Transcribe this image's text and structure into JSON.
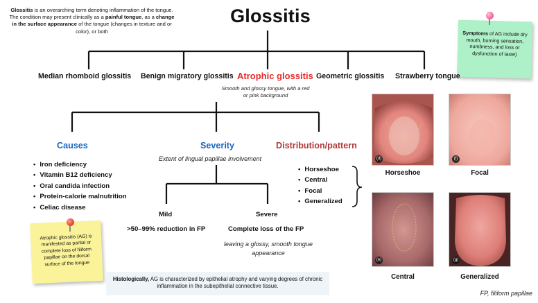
{
  "definition": {
    "t1": "Glossitis",
    "t2": " is an overarching term denoting inflammation of the tongue. The condition may present clinically as a ",
    "t3": "painful tongue",
    "t4": ", as a ",
    "t5": "change in the surface appearance",
    "t6": " of the tongue (changes in texture and or color), or both"
  },
  "title": "Glossitis",
  "types": {
    "median": "Median rhomboid glossitis",
    "benign": "Benign migratory glossitis",
    "atrophic": "Atrophic glossitis",
    "geometric": "Geometric glossitis",
    "strawberry": "Strawberry tongue"
  },
  "atrophic_desc": "Smooth and glossy tongue, with a red or pink background",
  "symptoms_note": {
    "b": "Symptoms",
    "rest": " of AG include dry mouth, burning sensation, numbness, and loss or dysfunction of taste)"
  },
  "causes": {
    "heading": "Causes",
    "items": [
      "Iron deficiency",
      "Vitamin B12 deficiency",
      "Oral candida infection",
      "Protein-calorie malnutrition",
      "Celiac disease"
    ]
  },
  "severity": {
    "heading": "Severity",
    "subtitle": "Extent of lingual papillae involvement",
    "mild": "Mild",
    "mild_desc": ">50–99% reduction in FP",
    "severe": "Severe",
    "severe_desc": "Complete loss of the FP",
    "severe_extra": "leaving a glossy, smooth tongue appearance"
  },
  "distribution": {
    "heading": "Distribution/pattern",
    "items": [
      "Horseshoe",
      "Central",
      "Focal",
      "Generalized"
    ]
  },
  "ag_note": "Atrophic glossitis (AG) is manifested as partial or complete loss of filiform papillae on the dorsal surface of the tongue",
  "histology": {
    "b": "Histologically,",
    "rest": " AG is characterized by epithelial atrophy and varying degrees of chronic inflammation in the subepithelial connective tissue."
  },
  "photos": [
    {
      "tag": "(d)",
      "label": "Horseshoe"
    },
    {
      "tag": "(f)",
      "label": "Focal"
    },
    {
      "tag": "(e)",
      "label": "Central"
    },
    {
      "tag": "(g)",
      "label": "Generalized"
    }
  ],
  "footnote": "FP, filiform papillae",
  "colors": {
    "atrophic_red": "#e62b2b",
    "causes_blue": "#1a66c2",
    "severity_blue": "#1a66c2",
    "distribution_red": "#b23a3a",
    "note_green": "#aef0c8",
    "note_yellow": "#fbf39a"
  }
}
